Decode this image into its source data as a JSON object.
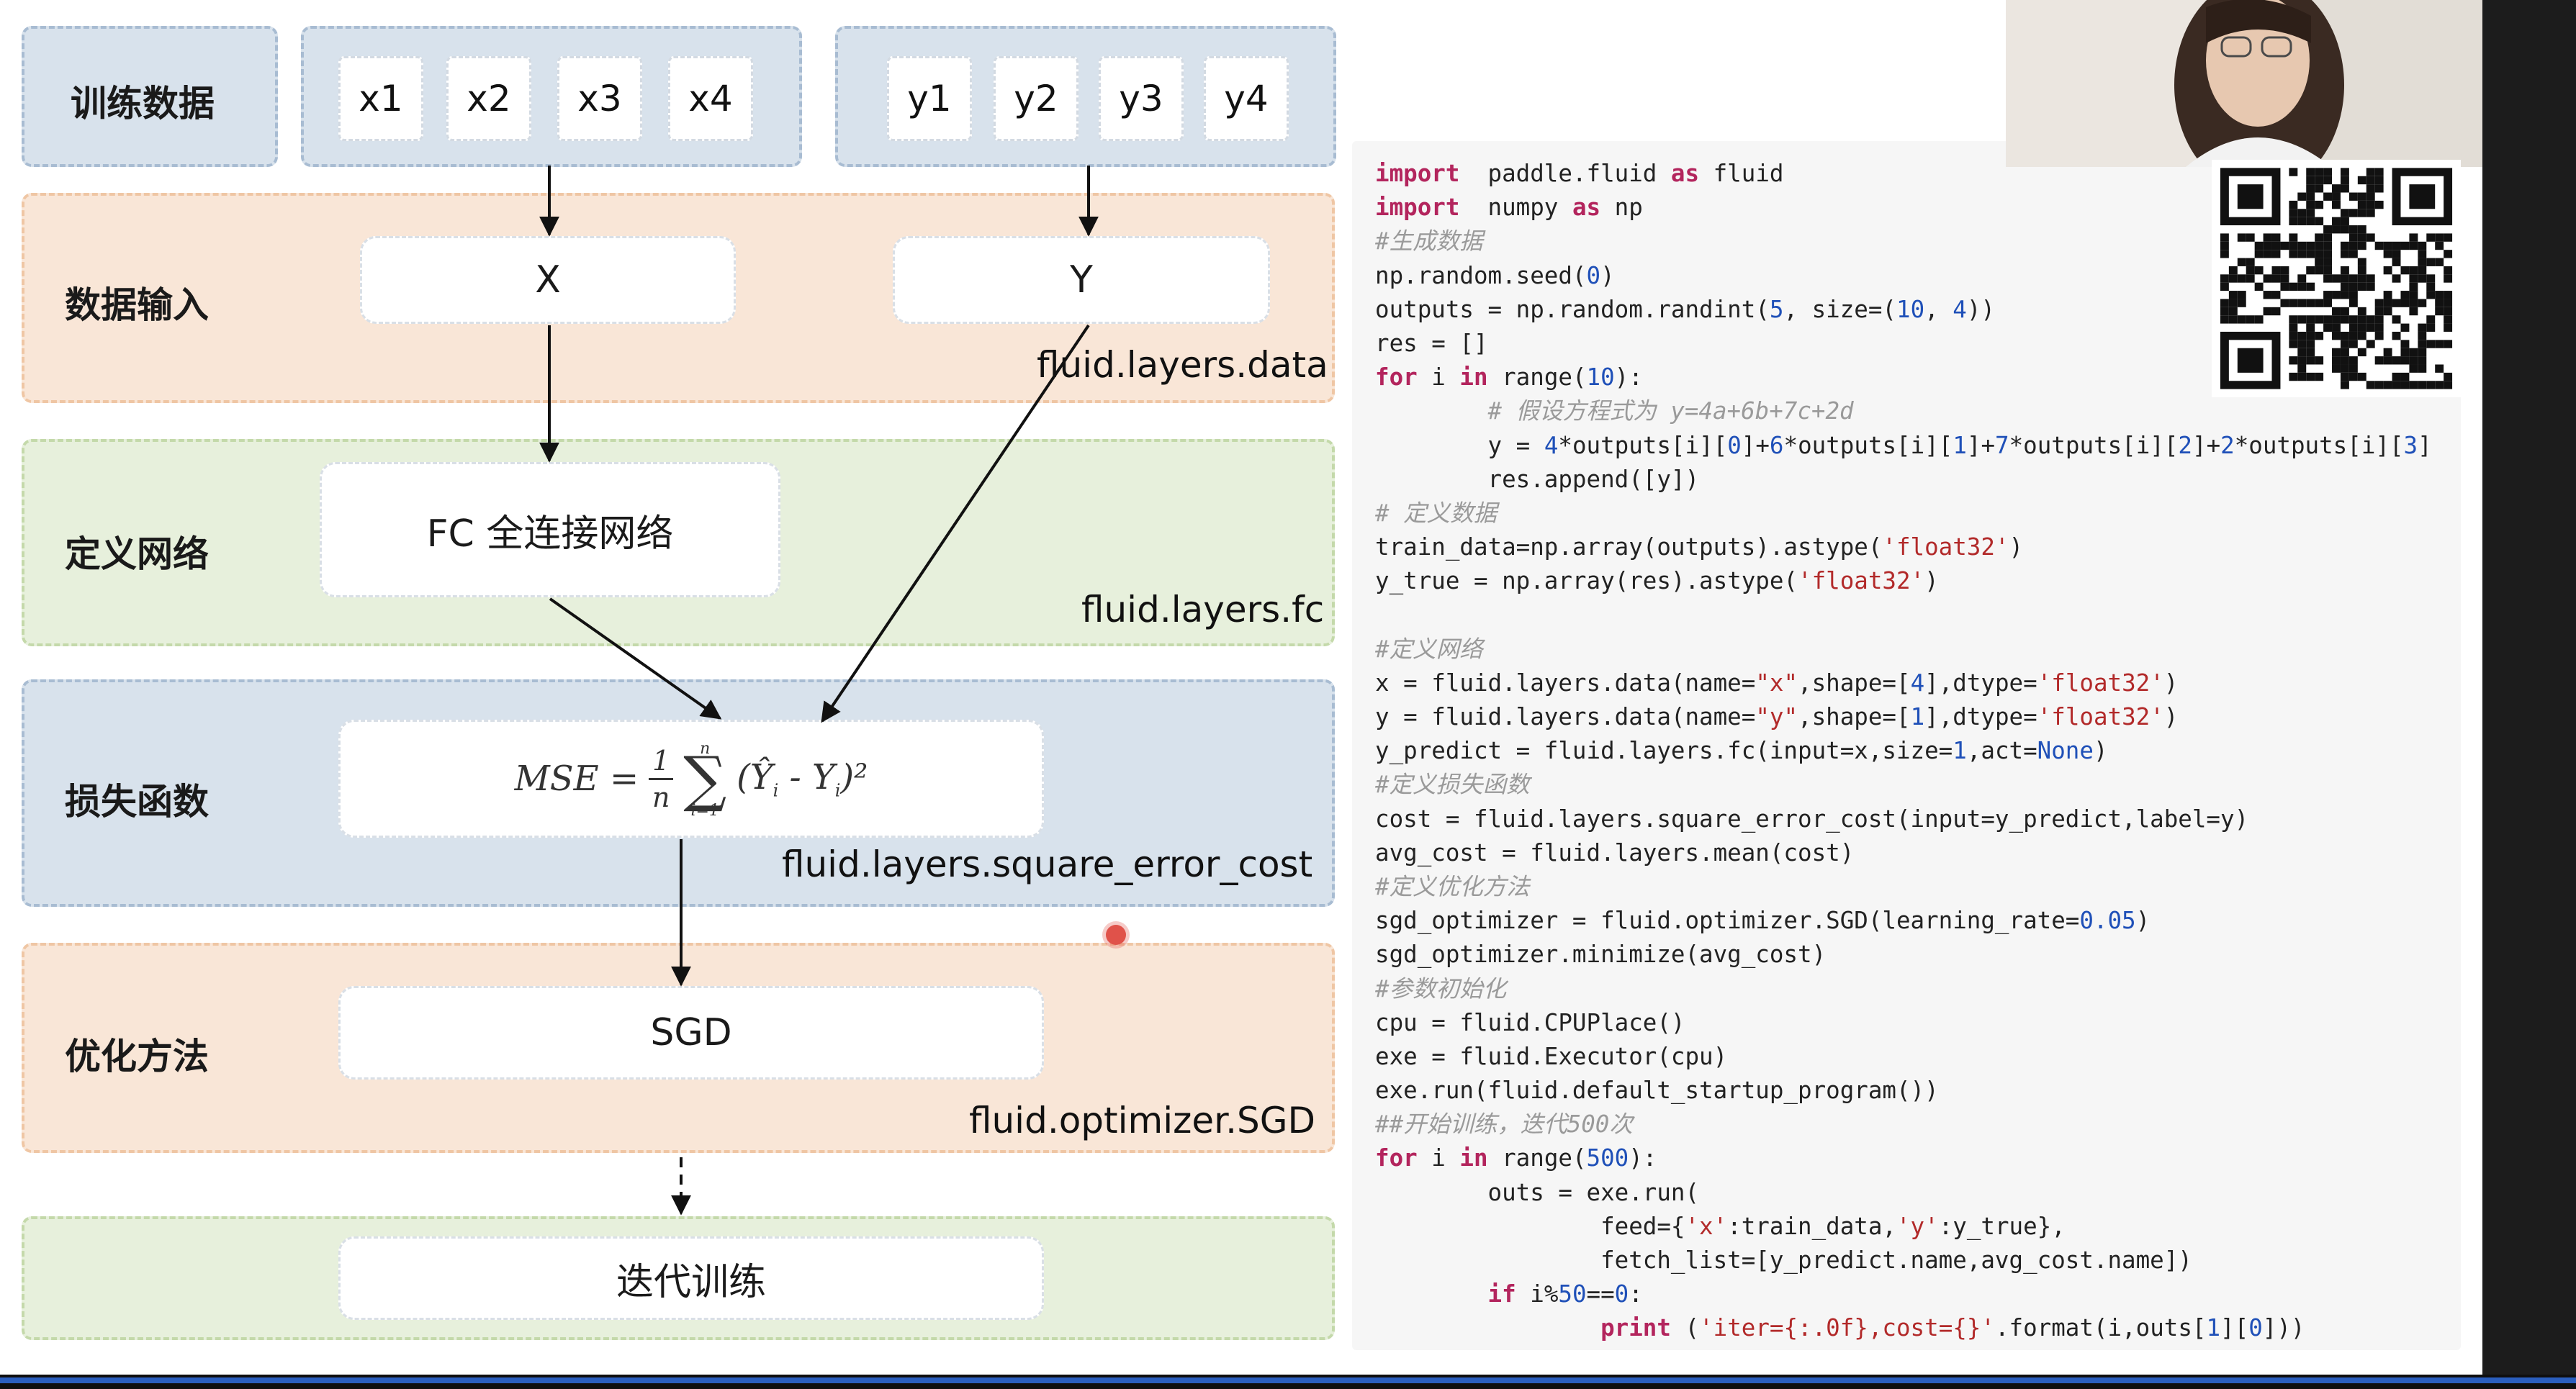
{
  "diagram": {
    "training_data": {
      "label": "训练数据",
      "x": [
        "x1",
        "x2",
        "x3",
        "x4"
      ],
      "y": [
        "y1",
        "y2",
        "y3",
        "y4"
      ]
    },
    "data_input": {
      "label": "数据输入",
      "node_x": "X",
      "node_y": "Y",
      "api": "fluid.layers.data"
    },
    "define_network": {
      "label": "定义网络",
      "node": "FC 全连接网络",
      "api": "fluid.layers.fc"
    },
    "loss_function": {
      "label": "损失函数",
      "formula": {
        "lhs": "MSE =",
        "frac_num": "1",
        "frac_den": "n",
        "sum_upper": "n",
        "sum_lower": "i=1",
        "term": "(Ŷ",
        "sub_i1": "i",
        "mid": " - Y",
        "sub_i2": "i",
        "tail": ")²"
      },
      "api": "fluid.layers.square_error_cost"
    },
    "optimizer": {
      "label": "优化方法",
      "node": "SGD",
      "api": "fluid.optimizer.SGD"
    },
    "iterate": {
      "node": "迭代训练"
    }
  },
  "code": {
    "lines": [
      [
        [
          "kw",
          "import"
        ],
        [
          "",
          "  paddle.fluid "
        ],
        [
          "kw",
          "as"
        ],
        [
          "",
          " fluid"
        ]
      ],
      [
        [
          "kw",
          "import"
        ],
        [
          "",
          "  numpy "
        ],
        [
          "kw",
          "as"
        ],
        [
          "",
          " np"
        ]
      ],
      [
        [
          "cm",
          "#生成数据"
        ]
      ],
      [
        [
          "",
          "np.random.seed("
        ],
        [
          "nu",
          "0"
        ],
        [
          "",
          ")"
        ]
      ],
      [
        [
          "",
          "outputs = np.random.randint("
        ],
        [
          "nu",
          "5"
        ],
        [
          "",
          ", size=("
        ],
        [
          "nu",
          "10"
        ],
        [
          "",
          ", "
        ],
        [
          "nu",
          "4"
        ],
        [
          "",
          "))"
        ]
      ],
      [
        [
          "",
          "res = []"
        ]
      ],
      [
        [
          "kw",
          "for"
        ],
        [
          "",
          " i "
        ],
        [
          "kw",
          "in"
        ],
        [
          "",
          " range("
        ],
        [
          "nu",
          "10"
        ],
        [
          "",
          "):"
        ]
      ],
      [
        [
          "",
          "        "
        ],
        [
          "cm",
          "# 假设方程式为 y=4a+6b+7c+2d"
        ]
      ],
      [
        [
          "",
          "        y = "
        ],
        [
          "nu",
          "4"
        ],
        [
          "",
          "*outputs[i]["
        ],
        [
          "nu",
          "0"
        ],
        [
          "",
          "]+"
        ],
        [
          "nu",
          "6"
        ],
        [
          "",
          "*outputs[i]["
        ],
        [
          "nu",
          "1"
        ],
        [
          "",
          "]+"
        ],
        [
          "nu",
          "7"
        ],
        [
          "",
          "*outputs[i]["
        ],
        [
          "nu",
          "2"
        ],
        [
          "",
          "]+"
        ],
        [
          "nu",
          "2"
        ],
        [
          "",
          "*outputs[i]["
        ],
        [
          "nu",
          "3"
        ],
        [
          "",
          "]"
        ]
      ],
      [
        [
          "",
          "        res.append([y])"
        ]
      ],
      [
        [
          "cm",
          "# 定义数据"
        ]
      ],
      [
        [
          "",
          "train_data=np.array(outputs).astype("
        ],
        [
          "st",
          "'float32'"
        ],
        [
          "",
          ")"
        ]
      ],
      [
        [
          "",
          "y_true = np.array(res).astype("
        ],
        [
          "st",
          "'float32'"
        ],
        [
          "",
          ")"
        ]
      ],
      [
        [
          "",
          ""
        ]
      ],
      [
        [
          "cm",
          "#定义网络"
        ]
      ],
      [
        [
          "",
          "x = fluid.layers.data(name="
        ],
        [
          "st",
          "\"x\""
        ],
        [
          "",
          ",shape=["
        ],
        [
          "nu",
          "4"
        ],
        [
          "",
          "],dtype="
        ],
        [
          "st",
          "'float32'"
        ],
        [
          "",
          ")"
        ]
      ],
      [
        [
          "",
          "y = fluid.layers.data(name="
        ],
        [
          "st",
          "\"y\""
        ],
        [
          "",
          ",shape=["
        ],
        [
          "nu",
          "1"
        ],
        [
          "",
          "],dtype="
        ],
        [
          "st",
          "'float32'"
        ],
        [
          "",
          ")"
        ]
      ],
      [
        [
          "",
          "y_predict = fluid.layers.fc(input=x,size="
        ],
        [
          "nu",
          "1"
        ],
        [
          "",
          ",act="
        ],
        [
          "nu",
          "None"
        ],
        [
          "",
          ")"
        ]
      ],
      [
        [
          "cm",
          "#定义损失函数"
        ]
      ],
      [
        [
          "",
          "cost = fluid.layers.square_error_cost(input=y_predict,label=y)"
        ]
      ],
      [
        [
          "",
          "avg_cost = fluid.layers.mean(cost)"
        ]
      ],
      [
        [
          "cm",
          "#定义优化方法"
        ]
      ],
      [
        [
          "",
          "sgd_optimizer = fluid.optimizer.SGD(learning_rate="
        ],
        [
          "nu",
          "0.05"
        ],
        [
          "",
          ")"
        ]
      ],
      [
        [
          "",
          "sgd_optimizer.minimize(avg_cost)"
        ]
      ],
      [
        [
          "cm",
          "#参数初始化"
        ]
      ],
      [
        [
          "",
          "cpu = fluid.CPUPlace()"
        ]
      ],
      [
        [
          "",
          "exe = fluid.Executor(cpu)"
        ]
      ],
      [
        [
          "",
          "exe.run(fluid.default_startup_program())"
        ]
      ],
      [
        [
          "cm",
          "##开始训练，迭代500次"
        ]
      ],
      [
        [
          "kw",
          "for"
        ],
        [
          "",
          " i "
        ],
        [
          "kw",
          "in"
        ],
        [
          "",
          " range("
        ],
        [
          "nu",
          "500"
        ],
        [
          "",
          "):"
        ]
      ],
      [
        [
          "",
          "        outs = exe.run("
        ]
      ],
      [
        [
          "",
          "                feed={"
        ],
        [
          "st",
          "'x'"
        ],
        [
          "",
          ":train_data,"
        ],
        [
          "st",
          "'y'"
        ],
        [
          "",
          ":y_true},"
        ]
      ],
      [
        [
          "",
          "                fetch_list=[y_predict.name,avg_cost.name])"
        ]
      ],
      [
        [
          "",
          "        "
        ],
        [
          "kw",
          "if"
        ],
        [
          "",
          " i%"
        ],
        [
          "nu",
          "50"
        ],
        [
          "",
          "=="
        ],
        [
          "nu",
          "0"
        ],
        [
          "",
          ":"
        ]
      ],
      [
        [
          "",
          "                "
        ],
        [
          "kw",
          "print"
        ],
        [
          "",
          " ("
        ],
        [
          "st",
          "'iter={:.0f},cost={}'"
        ],
        [
          "",
          ".format(i,outs["
        ],
        [
          "nu",
          "1"
        ],
        [
          "",
          "]["
        ],
        [
          "nu",
          "0"
        ],
        [
          "",
          "]))"
        ]
      ]
    ]
  },
  "colors": {
    "blue_band": "#d8e2ec",
    "orange_band": "#f9e6d7",
    "green_band": "#e7f0dc",
    "keyword": "#b3255d",
    "comment": "#9a9a9a",
    "string": "#b22a2a",
    "number": "#1f50b8",
    "progress": "#2b5fbf"
  },
  "icons": {
    "qr": "qr-code-icon",
    "webcam": "presenter-video",
    "cursor": "cursor-dot-icon"
  }
}
